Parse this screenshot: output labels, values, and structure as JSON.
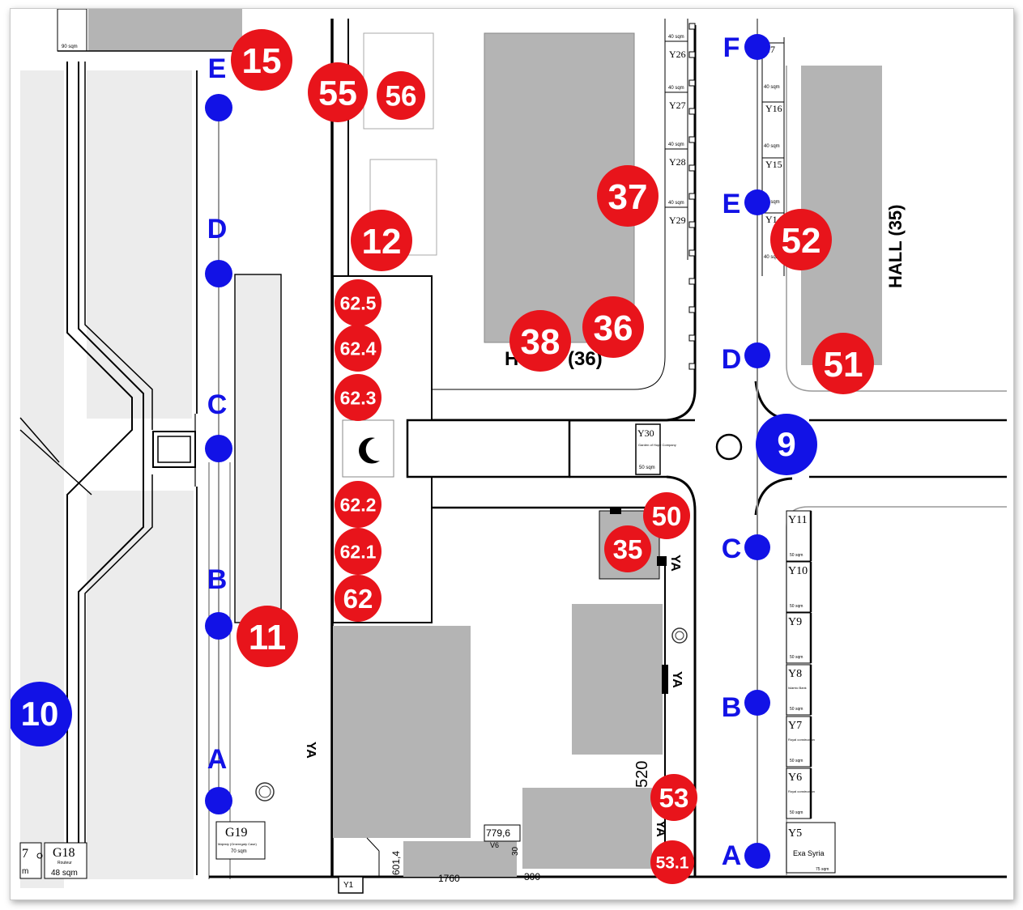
{
  "colors": {
    "red": "#e8141b",
    "blue": "#1212e6",
    "building": "#b4b4b4",
    "block": "#ececec",
    "road": "#000000"
  },
  "red_markers": [
    {
      "id": "m15",
      "label": "15"
    },
    {
      "id": "m55",
      "label": "55"
    },
    {
      "id": "m56",
      "label": "56"
    },
    {
      "id": "m12",
      "label": "12"
    },
    {
      "id": "m37",
      "label": "37"
    },
    {
      "id": "m38",
      "label": "38"
    },
    {
      "id": "m36",
      "label": "36"
    },
    {
      "id": "m52",
      "label": "52"
    },
    {
      "id": "m51",
      "label": "51"
    },
    {
      "id": "m62_5",
      "label": "62.5"
    },
    {
      "id": "m62_4",
      "label": "62.4"
    },
    {
      "id": "m62_3",
      "label": "62.3"
    },
    {
      "id": "m62_2",
      "label": "62.2"
    },
    {
      "id": "m62_1",
      "label": "62.1"
    },
    {
      "id": "m62",
      "label": "62"
    },
    {
      "id": "m11",
      "label": "11"
    },
    {
      "id": "m50",
      "label": "50"
    },
    {
      "id": "m35",
      "label": "35"
    },
    {
      "id": "m53",
      "label": "53"
    },
    {
      "id": "m53_1",
      "label": "53.1"
    }
  ],
  "blue_markers": [
    {
      "id": "b9",
      "label": "9"
    },
    {
      "id": "b10",
      "label": "10"
    }
  ],
  "gates_left": [
    "E",
    "D",
    "C",
    "B",
    "A"
  ],
  "gates_right": [
    "F",
    "E",
    "D",
    "C",
    "B",
    "A"
  ],
  "halls": {
    "hall35": "HALL (35)",
    "hall36": "(36)",
    "hall36_prefix": "H"
  },
  "booths_top": [
    {
      "code": "Y26",
      "size": "40 sqm"
    },
    {
      "code": "Y27",
      "size": "40 sqm"
    },
    {
      "code": "Y28",
      "size": "40 sqm"
    },
    {
      "code": "Y29",
      "size": "40 sqm"
    }
  ],
  "booths_mid": [
    {
      "code": "17",
      "size": "40 sqm"
    },
    {
      "code": "Y16",
      "size": "40 sqm"
    },
    {
      "code": "Y15",
      "size": "40 sqm"
    },
    {
      "code": "Y14",
      "size": "40 sqm"
    }
  ],
  "booths_right": [
    {
      "code": "Y11",
      "name": "",
      "size": "50 sqm"
    },
    {
      "code": "Y10",
      "name": "",
      "size": "50 sqm"
    },
    {
      "code": "Y9",
      "name": "",
      "size": "50 sqm"
    },
    {
      "code": "Y8",
      "name": "Islamic Bank",
      "size": "50 sqm"
    },
    {
      "code": "Y7",
      "name": "Royal construction",
      "size": "50 sqm"
    },
    {
      "code": "Y6",
      "name": "Royal construction",
      "size": "50 sqm"
    }
  ],
  "booth_y5": {
    "code": "Y5",
    "name": "Exa Syria",
    "size": "75 sqm"
  },
  "booth_y30": {
    "code": "Y30",
    "name": "Garden of Hope Company",
    "size": "50 sqm"
  },
  "booth_g19": {
    "code": "G19",
    "name": "Majesty (Omeregaty Case)",
    "size": "70 sqm"
  },
  "booth_g18": {
    "code": "G18",
    "name": "Routeur",
    "size": "48 sqm"
  },
  "booth_7": {
    "code": "7",
    "size": "m"
  },
  "top_left_small": "90 sqm",
  "bottom_labels": {
    "y1": "Y1",
    "dim_7796": "779,6",
    "dim_6014": "601,4",
    "dim_1760": "1760",
    "dim_300": "300",
    "dim_520": "520",
    "dim_30": "30",
    "v6": "V6"
  },
  "road_marks": [
    "YA",
    "YA",
    "YA",
    "YA"
  ]
}
